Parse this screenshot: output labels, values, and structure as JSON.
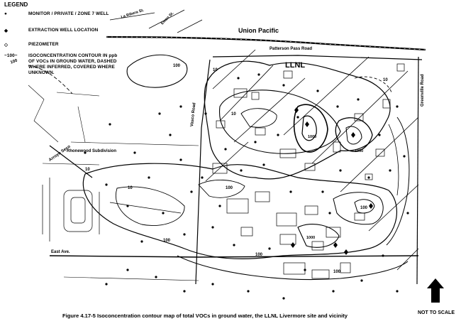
{
  "legend": {
    "title": "LEGEND",
    "items": [
      {
        "symbol": "●",
        "label": "MONITOR / PRIVATE / ZONE 7 WELL"
      },
      {
        "symbol": "◆",
        "label": "EXTRACTION WELL LOCATION"
      },
      {
        "symbol": "◇",
        "label": "PIEZOMETER"
      },
      {
        "symbol": "~100~",
        "label": "ISOCONCENTRATION CONTOUR IN ppb OF VOCs IN GROUND WATER, DASHED WHERE INFERRED, COVERED WHERE UNKNOWN."
      }
    ]
  },
  "map": {
    "site_label": "LLNL",
    "railroad": "Union Pacific",
    "roads": {
      "patterson": "Patterson Pass Road",
      "vasco": "Vasco Road",
      "east_ave": "East Ave.",
      "greenville": "Greenville Road",
      "la_ribera": "La Ribera St.",
      "arroyo": "Arroyo Seco",
      "rhonewood": "Rhonewood Subdivision",
      "north_road": "Ewan St."
    },
    "contour_values": [
      "100",
      "10",
      "100",
      "1000",
      "10",
      "10",
      "100",
      "1000",
      "100",
      "10",
      "1000",
      "100",
      "100",
      "100",
      "10"
    ]
  },
  "caption": "Figure 4.17-5  Isoconcentration contour map of total VOCs in ground water, the LLNL Livermore site and vicinity",
  "north_label": "N",
  "scale_note": "NOT TO SCALE",
  "colors": {
    "ink": "#000000",
    "paper": "#ffffff"
  }
}
